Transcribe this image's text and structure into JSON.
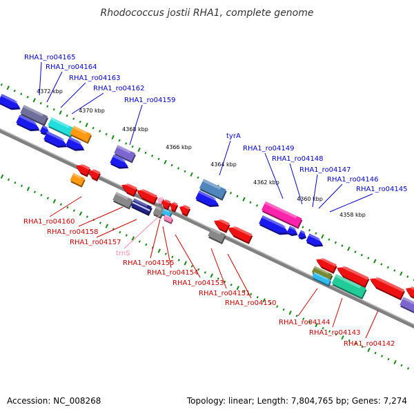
{
  "title": "Rhodococcus jostii RHA1, complete genome",
  "footer": {
    "accession": "Accession: NC_008268",
    "summary": "Topology: linear; Length: 7,804,765 bp; Genes: 7,274"
  },
  "colors": {
    "forward_label": "#0000cc",
    "reverse_label": "#cc0000",
    "rna_label": "#ff88aa",
    "ruler_tick": "#118811",
    "backbone": "#808080"
  },
  "kbp_labels": [
    "4372 kbp",
    "4370 kbp",
    "4368 kbp",
    "4366 kbp",
    "4364 kbp",
    "4362 kbp",
    "4360 kbp",
    "4358 kbp"
  ],
  "forward_genes": [
    "RHA1_ro04165",
    "RHA1_ro04164",
    "RHA1_ro04163",
    "RHA1_ro04162",
    "RHA1_ro04159",
    "tyrA",
    "RHA1_ro04149",
    "RHA1_ro04148",
    "RHA1_ro04147",
    "RHA1_ro04146",
    "RHA1_ro04145"
  ],
  "reverse_genes": [
    "RHA1_ro04160",
    "RHA1_ro04158",
    "RHA1_ro04157",
    "trnS",
    "RHA1_ro04155",
    "RHA1_ro04154",
    "RHA1_ro04153",
    "RHA1_ro04151",
    "RHA1_ro04150",
    "RHA1_ro04144",
    "RHA1_ro04143",
    "RHA1_ro04142"
  ]
}
